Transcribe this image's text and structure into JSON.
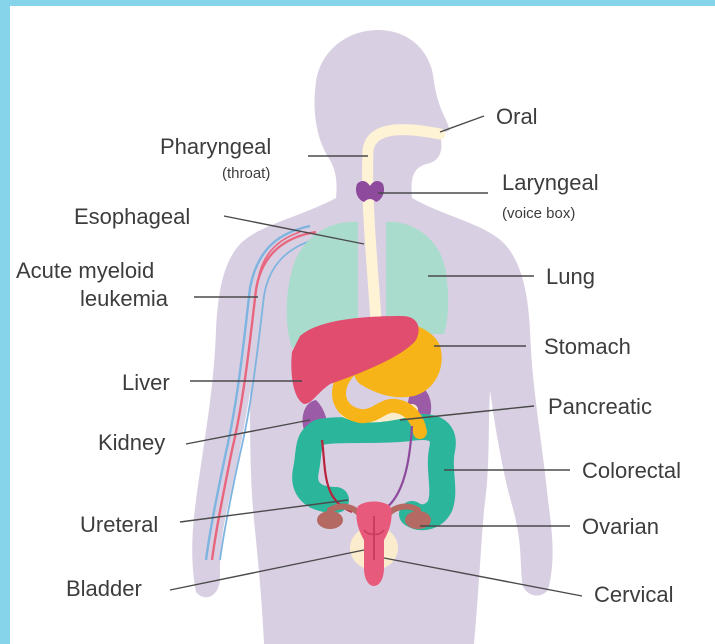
{
  "colors": {
    "frame": "#86d4ea",
    "body": "#d9cfe2",
    "lung": "#a9dccd",
    "liver": "#e04d6e",
    "stomach": "#f7b418",
    "colon": "#2bb59b",
    "kidney": "#9b5ba6",
    "larynx": "#8e4b9e",
    "esophagus": "#fff3d6",
    "uterus": "#e85a7c",
    "ovary": "#b46a63",
    "bladder": "#fbeccd",
    "artery": "#e8667e",
    "vein": "#7eb4e0"
  },
  "labels": {
    "oral": "Oral",
    "pharyngeal": "Pharyngeal",
    "pharyngeal_sub": "(throat)",
    "laryngeal": "Laryngeal",
    "laryngeal_sub": "(voice box)",
    "esophageal": "Esophageal",
    "aml_line1": "Acute myeloid",
    "aml_line2": "leukemia",
    "lung": "Lung",
    "stomach": "Stomach",
    "liver": "Liver",
    "pancreatic": "Pancreatic",
    "kidney": "Kidney",
    "colorectal": "Colorectal",
    "ureteral": "Ureteral",
    "ovarian": "Ovarian",
    "bladder": "Bladder",
    "cervical": "Cervical"
  }
}
